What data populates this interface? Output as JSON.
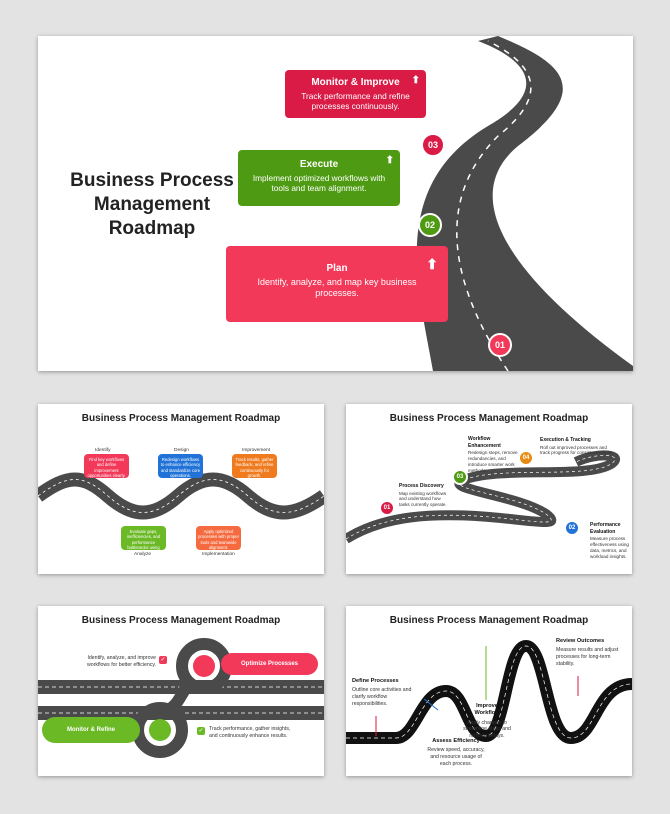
{
  "main": {
    "title": "Business Process Management Roadmap",
    "steps": [
      {
        "num": "01",
        "title": "Plan",
        "text": "Identify, analyze, and map key business processes.",
        "color": "#f2395a"
      },
      {
        "num": "02",
        "title": "Execute",
        "text": "Implement optimized workflows with tools and team alignment.",
        "color": "#4e9b13"
      },
      {
        "num": "03",
        "title": "Monitor & Improve",
        "text": "Track performance and refine processes continuously.",
        "color": "#d91b46"
      }
    ]
  },
  "slide2": {
    "title": "Business Process Management Roadmap",
    "items": [
      {
        "title": "Identify",
        "text": "Find key workflows and define improvement opportunities clearly.",
        "color": "#f2395a"
      },
      {
        "title": "Design",
        "text": "Redesign workflows to enhance efficiency and standardize core operations.",
        "color": "#2173d8"
      },
      {
        "title": "Improvement",
        "text": "Track results, gather feedback, and refine continuously for growth.",
        "color": "#f07b1f"
      },
      {
        "title": "Analyze",
        "text": "Evaluate gaps, inefficiencies, and performance bottlenecks using data.",
        "color": "#6ab925"
      },
      {
        "title": "Implementation",
        "text": "Apply optimized processes with proper tools and teamwide alignment.",
        "color": "#f56a3e"
      }
    ]
  },
  "slide3": {
    "title": "Business Process Management Roadmap",
    "items": [
      {
        "num": "01",
        "title": "Process Discovery",
        "text": "Map existing workflows and understand how tasks currently operate.",
        "color": "#d91b46"
      },
      {
        "num": "02",
        "title": "Performance Evaluation",
        "text": "Measure process effectiveness using data, metrics, and workload insights.",
        "color": "#2173d8"
      },
      {
        "num": "03",
        "title": "Workflow Enhancement",
        "text": "Redesign steps, remove redundancies, and introduce smarter work methods.",
        "color": "#4e9b13"
      },
      {
        "num": "04",
        "title": "Execution & Tracking",
        "text": "Roll out improved processes and track progress for consistent results.",
        "color": "#e88b12"
      }
    ]
  },
  "slide4": {
    "title": "Business Process Management Roadmap",
    "top_text": "Identify, analyze, and improve workflows for better efficiency.",
    "optimize_label": "Optimize Processes",
    "monitor_label": "Monitor & Refine",
    "bottom_text": "Track performance, gather insights, and continuously enhance results.",
    "pink": "#f2395a",
    "green": "#6ab925"
  },
  "slide5": {
    "title": "Business Process Management Roadmap",
    "items": [
      {
        "title": "Define Processes",
        "text": "Outline core activities and clarify workflow responsibilities.",
        "color": "#d91b46"
      },
      {
        "title": "Assess Efficiency",
        "text": "Review speed, accuracy, and resource usage of each process.",
        "color": "#2173d8"
      },
      {
        "title": "Improve Workflow",
        "text": "Apply changes to streamline steps and remove delays.",
        "color": "#6ab925"
      },
      {
        "title": "Review Outcomes",
        "text": "Measure results and adjust processes for long-term stability.",
        "color": "#d91b46"
      }
    ]
  }
}
